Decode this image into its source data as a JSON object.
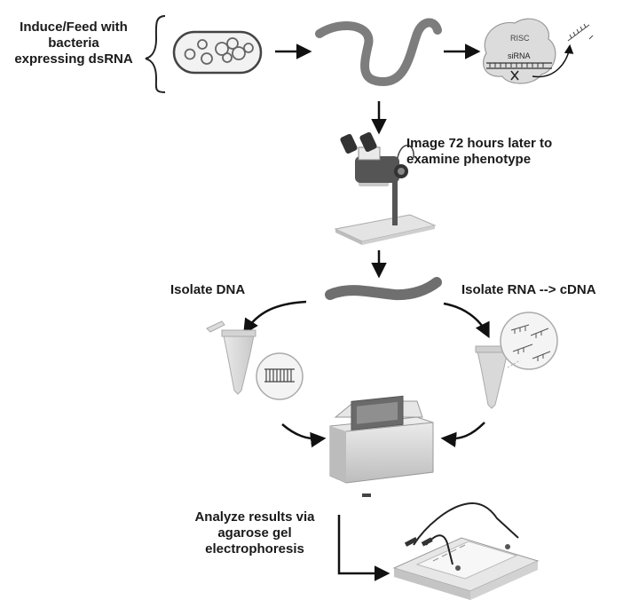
{
  "steps": {
    "feed": {
      "lines": [
        "Induce/Feed with",
        "bacteria",
        "expressing dsRNA"
      ]
    },
    "image": {
      "lines": [
        "Image 72 hours later to",
        "examine phenotype"
      ]
    },
    "isolate_dna": {
      "label": "Isolate DNA"
    },
    "isolate_rna": {
      "label": "Isolate RNA --> cDNA"
    },
    "analyze": {
      "lines": [
        "Analyze results via",
        "agarose gel",
        "electrophoresis"
      ]
    }
  },
  "risc": {
    "risc_label": "RISC",
    "sirna_label": "siRNA"
  },
  "colors": {
    "worm": "#7d7d7d",
    "arrow": "#111111",
    "text": "#1a1a1a"
  }
}
